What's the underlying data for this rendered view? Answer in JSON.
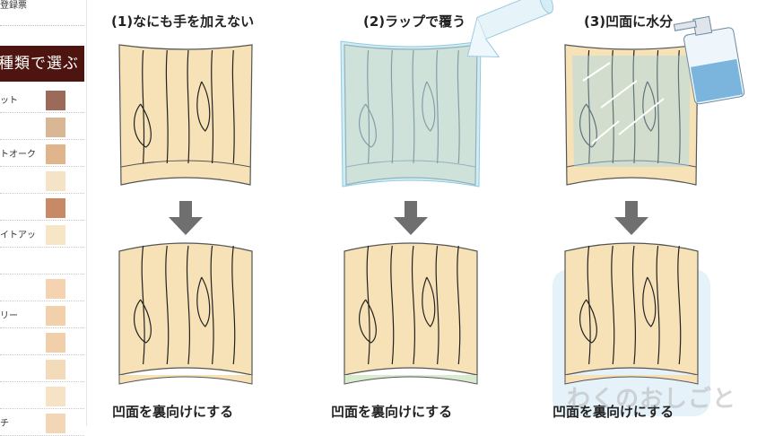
{
  "sidebar": {
    "top_link": "登録票",
    "section_header": "種類で選ぶ",
    "wood_items": [
      {
        "label": "ット",
        "color": "#9b6a58"
      },
      {
        "label": "",
        "color": "#d8b894"
      },
      {
        "label": "トオーク",
        "color": "#e0b58c"
      },
      {
        "label": "",
        "color": "#f4e3c6"
      },
      {
        "label": "",
        "color": "#c88a66"
      },
      {
        "label": "イトアッ",
        "color": "#f6e6c6"
      },
      {
        "label": "",
        "color": "#ffffff"
      },
      {
        "label": "",
        "color": "#f3d3b0"
      },
      {
        "label": "リー",
        "color": "#f1d0aa"
      },
      {
        "label": "",
        "color": "#efd0aa"
      },
      {
        "label": "",
        "color": "#f3dab8"
      },
      {
        "label": "",
        "color": "#f6e3c6"
      },
      {
        "label": "チ",
        "color": "#f3d6b6"
      }
    ]
  },
  "steps": [
    {
      "title": "(1)なにも手を加えない",
      "caption": "凹面を裏向けにする"
    },
    {
      "title": "(2)ラップで覆う",
      "caption": "凹面を裏向けにする"
    },
    {
      "title": "(3)凹面に水分",
      "caption": "凹面を裏向けにする"
    }
  ],
  "watermark": "わくのおしごと",
  "colors": {
    "wood": "#f6e2b6",
    "wood_grain": "#222222",
    "wrap": "#b8e2ee",
    "water": "#a9d6e8",
    "arrow": "#6f6f6f",
    "sidebar_header": "#4e1510"
  }
}
